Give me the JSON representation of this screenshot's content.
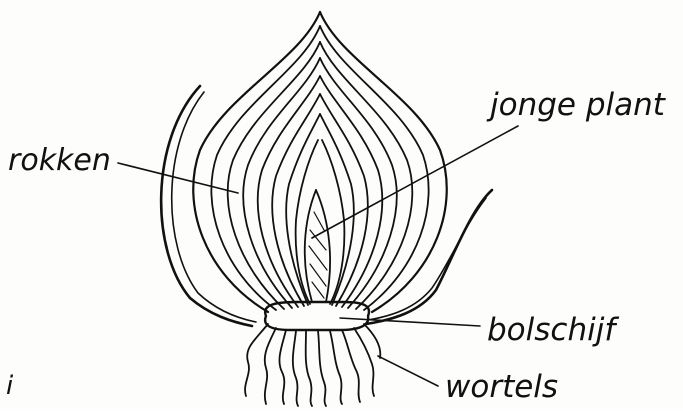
{
  "diagram": {
    "labels": {
      "scales": "rokken",
      "young_plant": "jonge plant",
      "basal_plate": "bolschijf",
      "roots": "wortels"
    },
    "margin_mark": "i"
  }
}
